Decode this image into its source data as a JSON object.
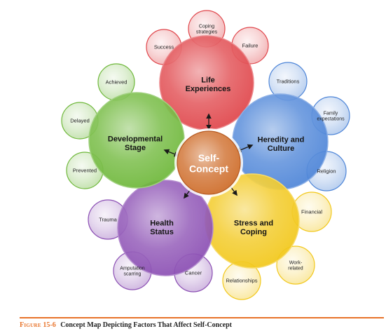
{
  "colors": {
    "life": "#e0474c",
    "heredity": "#4f86d8",
    "stress": "#f2c81c",
    "health": "#8c50b4",
    "developmental": "#6fb83b",
    "center": "#d2783a",
    "accent": "#e8732a"
  },
  "center": {
    "label": [
      "Self-",
      "Concept"
    ]
  },
  "factors": [
    {
      "key": "life",
      "label": [
        "Life",
        "Experiences"
      ],
      "subs": [
        [
          "Coping",
          "strategies"
        ],
        [
          "Success"
        ],
        [
          "Failure"
        ]
      ]
    },
    {
      "key": "heredity",
      "label": [
        "Heredity and",
        "Culture"
      ],
      "subs": [
        [
          "Traditions"
        ],
        [
          "Family",
          "expectations"
        ],
        [
          "Religion"
        ]
      ]
    },
    {
      "key": "stress",
      "label": [
        "Stress and",
        "Coping"
      ],
      "subs": [
        [
          "Financial"
        ],
        [
          "Work-",
          "related"
        ],
        [
          "Relationships"
        ]
      ]
    },
    {
      "key": "health",
      "label": [
        "Health",
        "Status"
      ],
      "subs": [
        [
          "Trauma"
        ],
        [
          "Amputation",
          "scarring"
        ],
        [
          "Cancer"
        ]
      ]
    },
    {
      "key": "developmental",
      "label": [
        "Developmental",
        "Stage"
      ],
      "subs": [
        [
          "Achieved"
        ],
        [
          "Delayed"
        ],
        [
          "Prevented"
        ]
      ]
    }
  ],
  "caption": {
    "figure": "Figure",
    "number": "15-6",
    "title": "Concept Map Depicting Factors That Affect Self-Concept"
  }
}
